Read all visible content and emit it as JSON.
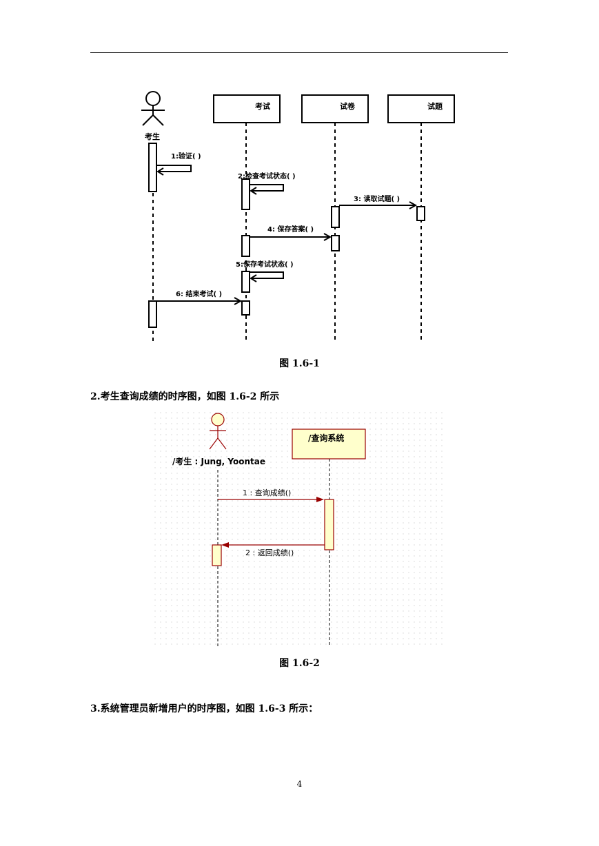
{
  "figure1": {
    "caption": "图 1.6-1",
    "actor": "考生",
    "objects": [
      "考试",
      "试卷",
      "试题"
    ],
    "messages": [
      {
        "label": "1:验证( )"
      },
      {
        "label": "2:检查考试状态( )"
      },
      {
        "label": "3: 读取试题( )"
      },
      {
        "label": "4: 保存答案( )"
      },
      {
        "label": "5:保存考试状态( )"
      },
      {
        "label": "6: 结束考试( )"
      }
    ]
  },
  "section2": {
    "heading": "2.考生查询成绩的时序图，如图 1.6-2 所示"
  },
  "figure2": {
    "caption": "图 1.6-2",
    "actor": "/考生 : Jung, Yoontae",
    "object": "/查询系统",
    "messages": [
      {
        "label": "1 : 查询成绩()"
      },
      {
        "label": "2 : 返回成绩()"
      }
    ]
  },
  "section3": {
    "heading": "3.系统管理员新增用户的时序图，如图 1.6-3 所示："
  },
  "page": {
    "number": "4"
  },
  "colors": {
    "uml_fill": "#ffffcc",
    "uml_stroke": "#990000"
  }
}
